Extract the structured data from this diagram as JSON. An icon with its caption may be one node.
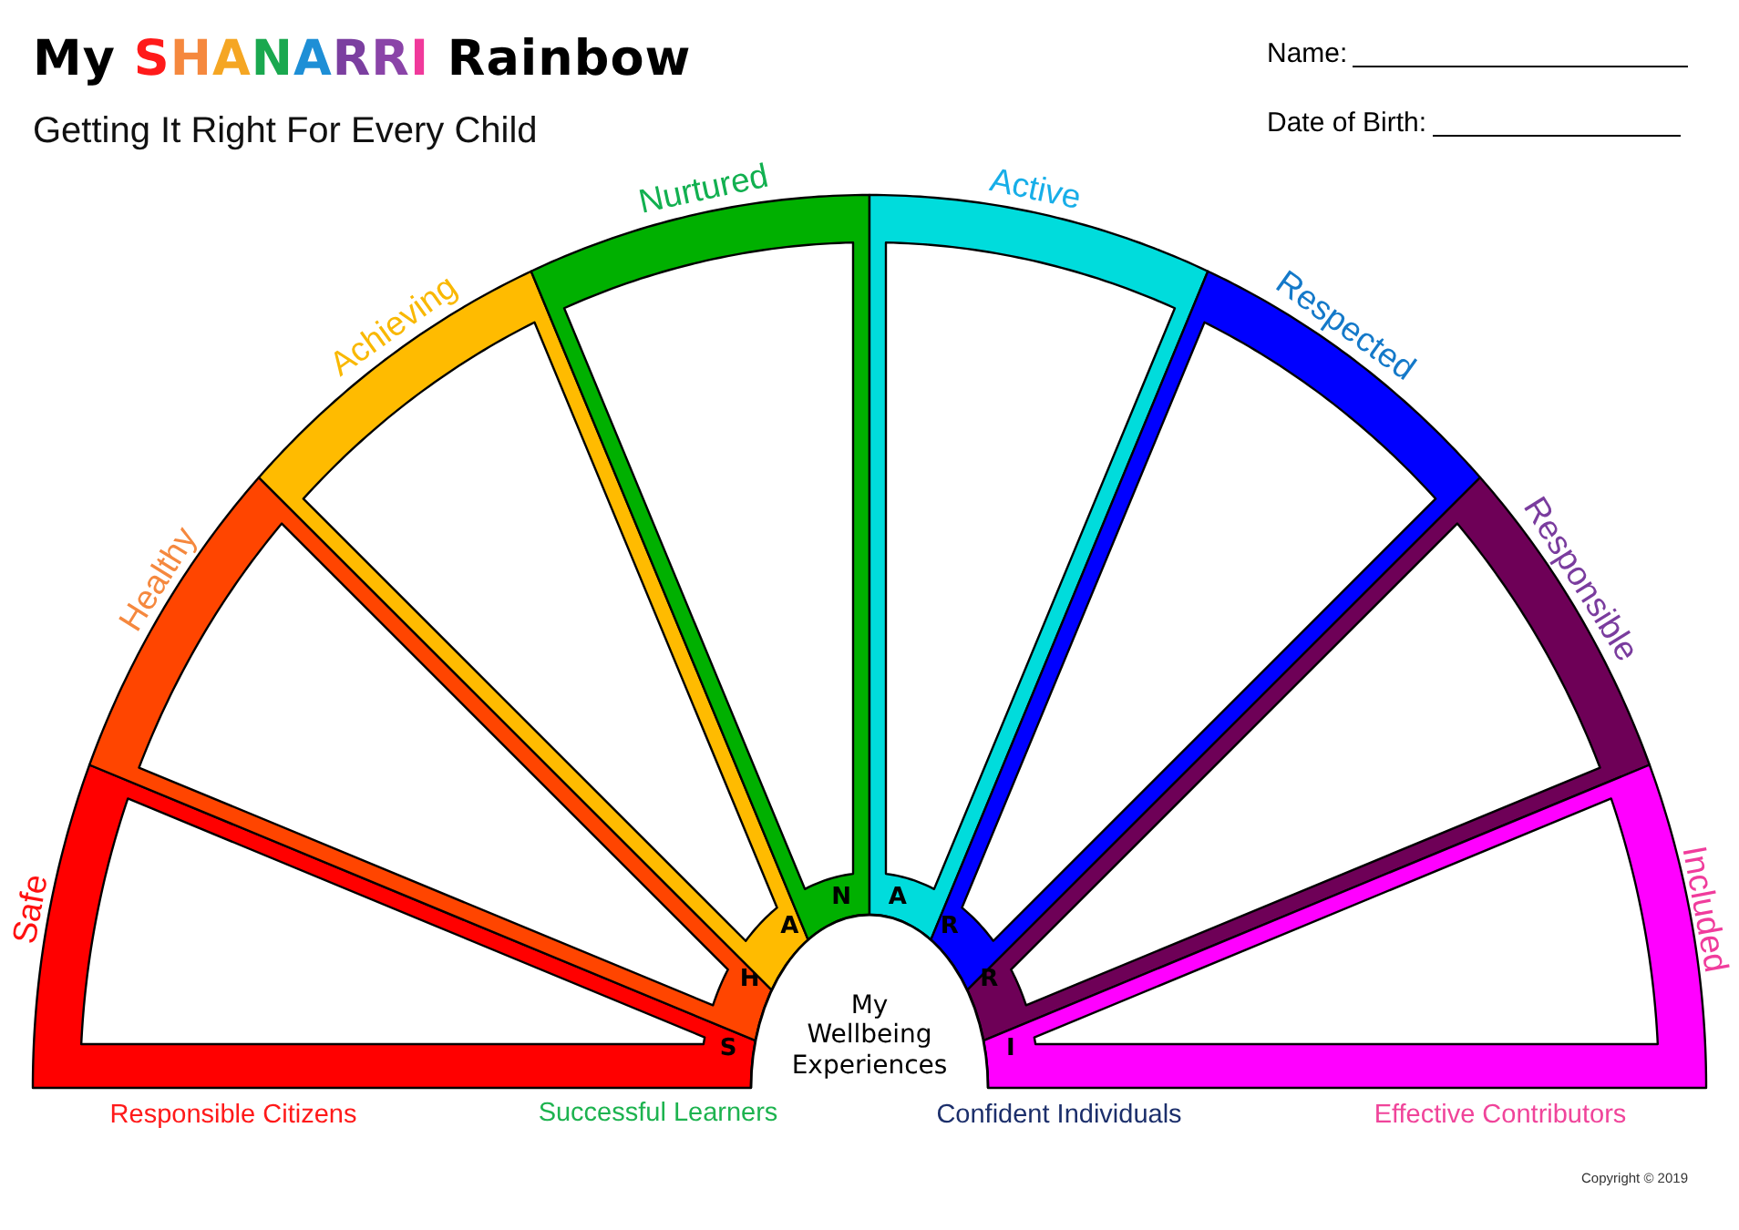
{
  "diagram": {
    "title": "My SHANARRI Rainbow",
    "nodes": [
      {
        "text": [
          "Safe",
          "S"
        ]
      },
      {
        "text": [
          "Healthy",
          "H"
        ]
      },
      {
        "text": [
          "Achieving",
          "A"
        ]
      },
      {
        "text": [
          "Nurtured",
          "N"
        ]
      },
      {
        "text": [
          "Active",
          "A"
        ]
      },
      {
        "text": [
          "Respected",
          "R"
        ]
      },
      {
        "text": [
          "Responsible",
          "R"
        ]
      },
      {
        "text": [
          "Included",
          "I"
        ]
      },
      {
        "text": [
          "My Wellbeing Experiences"
        ]
      }
    ],
    "labels": [
      "Name:",
      "Getting It Right For Every Child",
      "Date of Birth:",
      "Responsible Citizens",
      "Successful Learners",
      "Confident Individuals",
      "Effective Contributors",
      "Copyright © 2019"
    ]
  }
}
